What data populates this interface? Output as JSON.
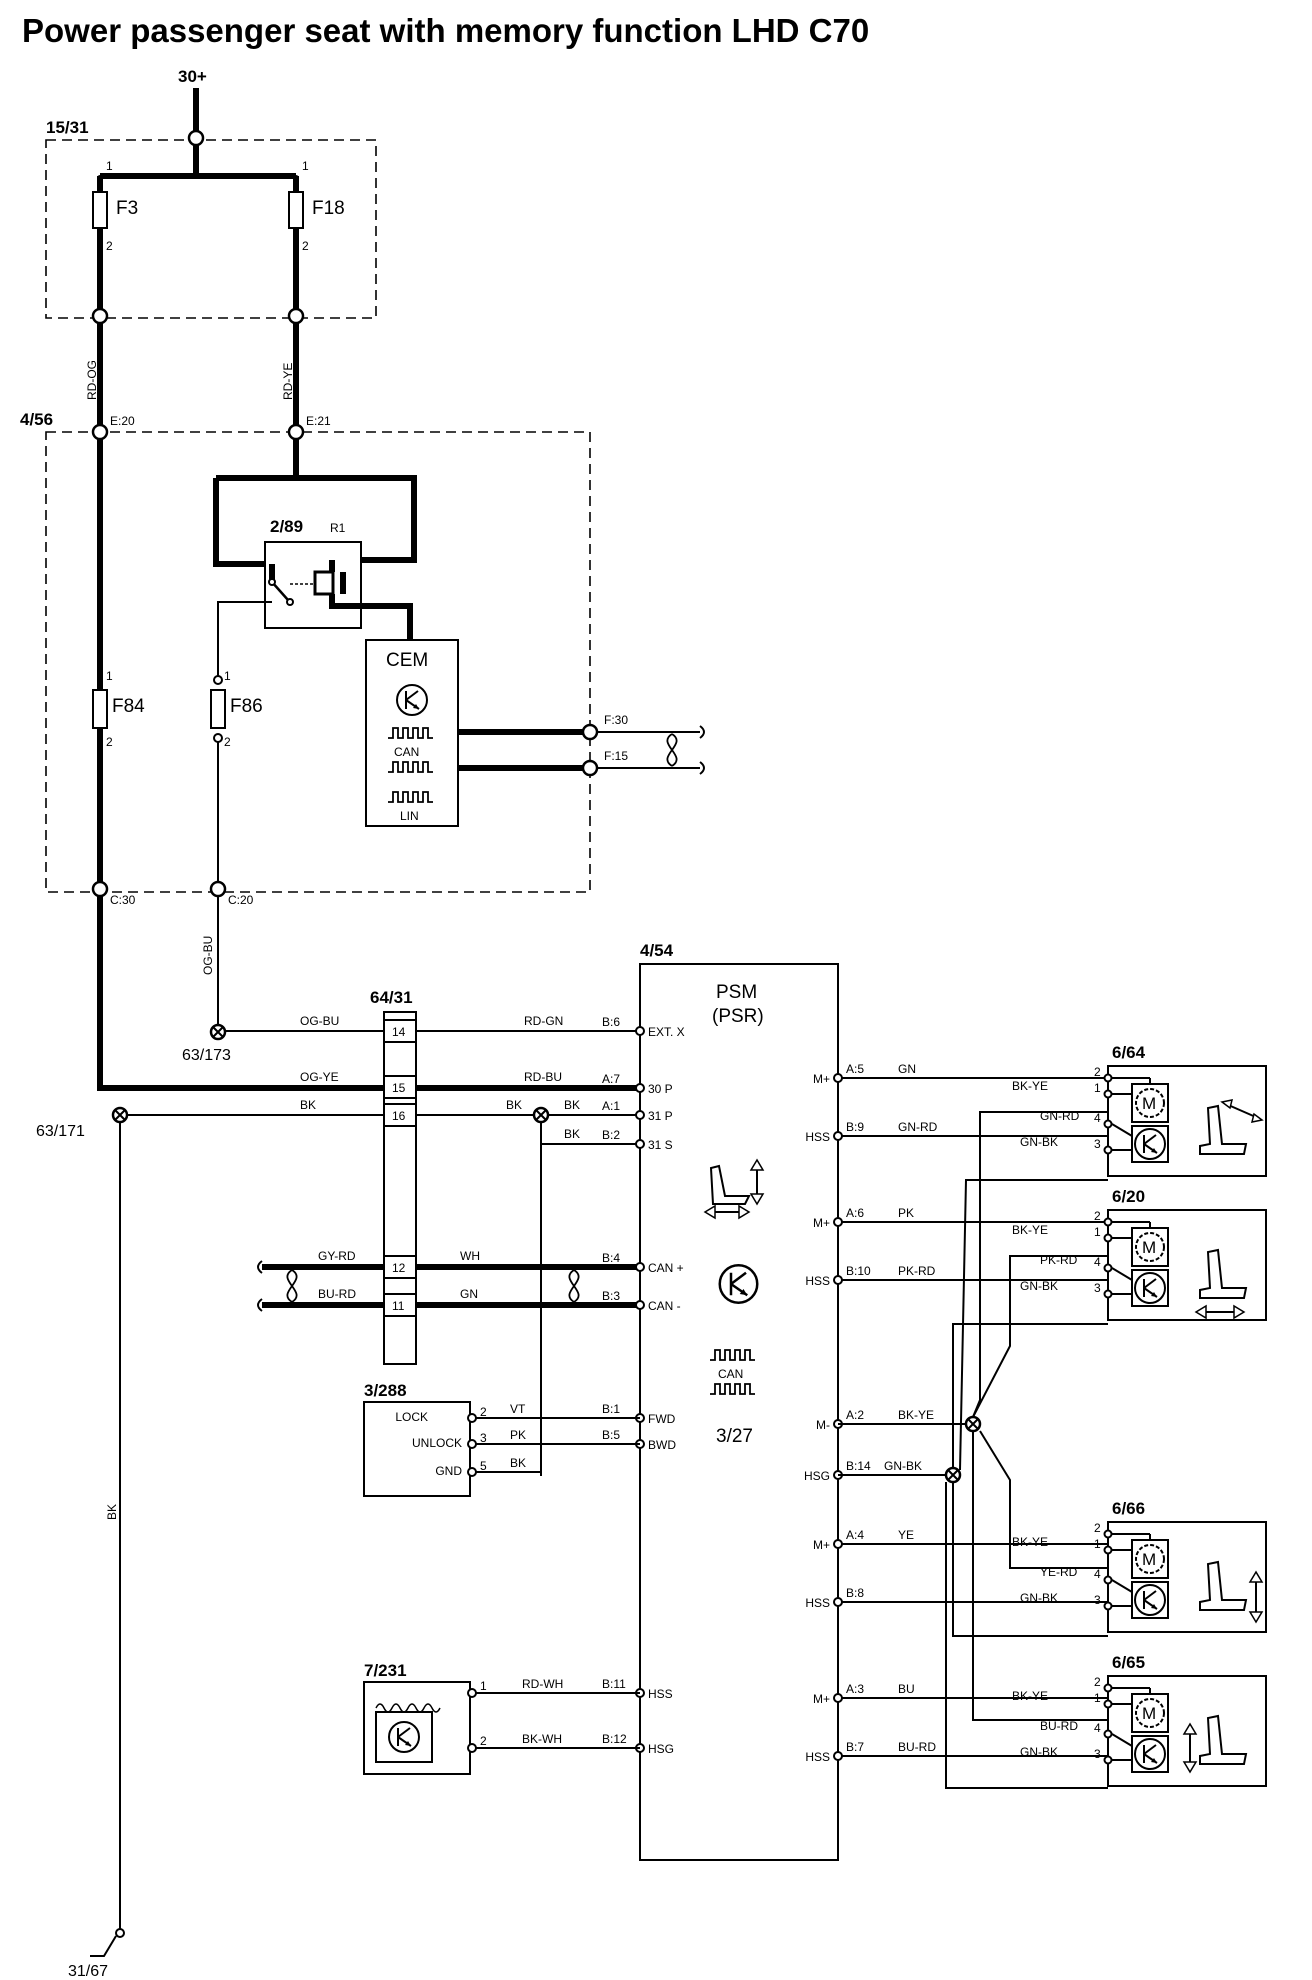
{
  "title": "Power passenger seat with memory function LHD C70",
  "supply": {
    "label": "30+"
  },
  "fuse_box": {
    "id": "15/31",
    "fuses": [
      {
        "name": "F3",
        "pin_in": "1",
        "pin_out": "2",
        "wire": "RD-OG"
      },
      {
        "name": "F18",
        "pin_in": "1",
        "pin_out": "2",
        "wire": "RD-YE"
      }
    ]
  },
  "cem_box": {
    "id": "4/56",
    "connectors": {
      "e20": "E:20",
      "e21": "E:21",
      "c30": "C:30",
      "c20": "C:20",
      "f30": "F:30",
      "f15": "F:15"
    },
    "relay": {
      "id": "2/89",
      "name": "R1"
    },
    "fuses": [
      {
        "name": "F84",
        "pin_in": "1",
        "pin_out": "2"
      },
      {
        "name": "F86",
        "pin_in": "1",
        "pin_out": "2"
      }
    ],
    "cem": {
      "label": "CEM",
      "can": "CAN",
      "lin": "LIN"
    },
    "out_wire": "OG-BU"
  },
  "grounds": {
    "g173": "63/173",
    "g171": "63/171",
    "g3167": "31/67",
    "wire_bk": "BK"
  },
  "connector_64_31": {
    "id": "64/31",
    "pins": [
      {
        "pin": "14",
        "left": "OG-BU",
        "right": "RD-GN"
      },
      {
        "pin": "15",
        "left": "OG-YE",
        "right": "RD-BU"
      },
      {
        "pin": "16",
        "left": "BK",
        "right": "BK"
      },
      {
        "pin": "12",
        "left": "GY-RD",
        "right": "WH"
      },
      {
        "pin": "11",
        "left": "BU-RD",
        "right": "GN"
      }
    ]
  },
  "psm": {
    "id": "4/54",
    "name": "PSM",
    "name2": "(PSR)",
    "sub_id": "3/27",
    "can": "CAN",
    "left_pins": [
      {
        "conn": "B:6",
        "name": "EXT. X"
      },
      {
        "conn": "A:7",
        "name": "30 P"
      },
      {
        "conn": "A:1",
        "name": "31 P",
        "wire": "BK"
      },
      {
        "conn": "B:2",
        "name": "31 S",
        "wire": "BK"
      },
      {
        "conn": "B:4",
        "name": "CAN +"
      },
      {
        "conn": "B:3",
        "name": "CAN -"
      },
      {
        "conn": "B:1",
        "name": "FWD"
      },
      {
        "conn": "B:5",
        "name": "BWD"
      },
      {
        "conn": "B:11",
        "name": "HSS"
      },
      {
        "conn": "B:12",
        "name": "HSG"
      }
    ],
    "right_pins": [
      {
        "name": "M+",
        "conn": "A:5",
        "wire": "GN"
      },
      {
        "name": "HSS",
        "conn": "B:9",
        "wire": "GN-RD"
      },
      {
        "name": "M+",
        "conn": "A:6",
        "wire": "PK"
      },
      {
        "name": "HSS",
        "conn": "B:10",
        "wire": "PK-RD"
      },
      {
        "name": "M-",
        "conn": "A:2",
        "wire": "BK-YE"
      },
      {
        "name": "HSG",
        "conn": "B:14",
        "wire": "GN-BK"
      },
      {
        "name": "M+",
        "conn": "A:4",
        "wire": "YE"
      },
      {
        "name": "HSS",
        "conn": "B:8",
        "wire": ""
      },
      {
        "name": "M+",
        "conn": "A:3",
        "wire": "BU"
      },
      {
        "name": "HSS",
        "conn": "B:7",
        "wire": "BU-RD"
      }
    ]
  },
  "switch_3_288": {
    "id": "3/288",
    "rows": [
      {
        "name": "LOCK",
        "pin": "2",
        "wire": "VT"
      },
      {
        "name": "UNLOCK",
        "pin": "3",
        "wire": "PK"
      },
      {
        "name": "GND",
        "pin": "5",
        "wire": "BK"
      }
    ]
  },
  "sensor_7_231": {
    "id": "7/231",
    "rows": [
      {
        "pin": "1",
        "wire": "RD-WH"
      },
      {
        "pin": "2",
        "wire": "BK-WH"
      }
    ]
  },
  "motors": [
    {
      "id": "6/64",
      "w2": "GN",
      "w1": "BK-YE",
      "w4": "GN-RD",
      "w3": "GN-BK"
    },
    {
      "id": "6/20",
      "w2": "PK",
      "w1": "BK-YE",
      "w4": "PK-RD",
      "w3": "GN-BK"
    },
    {
      "id": "6/66",
      "w2": "YE",
      "w1": "BK-YE",
      "w4": "YE-RD",
      "w3": "GN-BK"
    },
    {
      "id": "6/65",
      "w2": "BU",
      "w1": "BK-YE",
      "w4": "BU-RD",
      "w3": "GN-BK"
    }
  ],
  "motor_pins": {
    "p2": "2",
    "p1": "1",
    "p4": "4",
    "p3": "3"
  },
  "motor_symbol": "M",
  "colors": {
    "line": "#000000",
    "background": "#ffffff"
  }
}
